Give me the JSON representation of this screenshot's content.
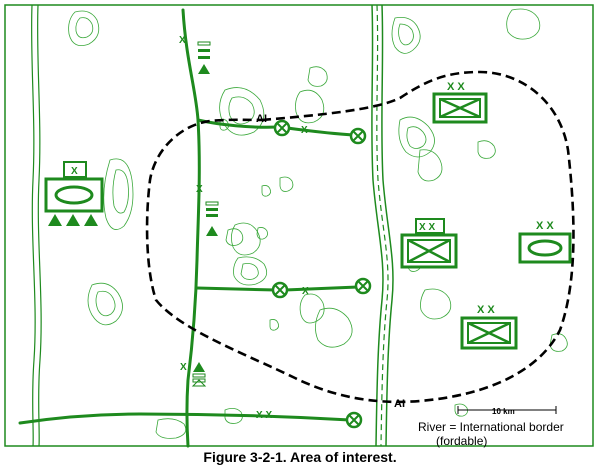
{
  "caption": "Figure 3-2-1.  Area of interest.",
  "area_label_north": "AI",
  "area_label_south": "AI",
  "scale_label": "10 km",
  "legend": {
    "line1": "River = International border",
    "line2": "(fordable)"
  },
  "boundary_marks": {
    "north_road": "X",
    "mid_road_1": "X",
    "mid_road_2": "X",
    "left_unit": "X",
    "south_road": "X X",
    "south_left": "X"
  },
  "enemy_units": {
    "ne": "X X",
    "center_1": "X X",
    "center_2": "X X",
    "east": "X X"
  },
  "colors": {
    "map_green": "#1e8a1e",
    "terrain_green": "#3aa83a",
    "area_boundary": "#000000"
  }
}
